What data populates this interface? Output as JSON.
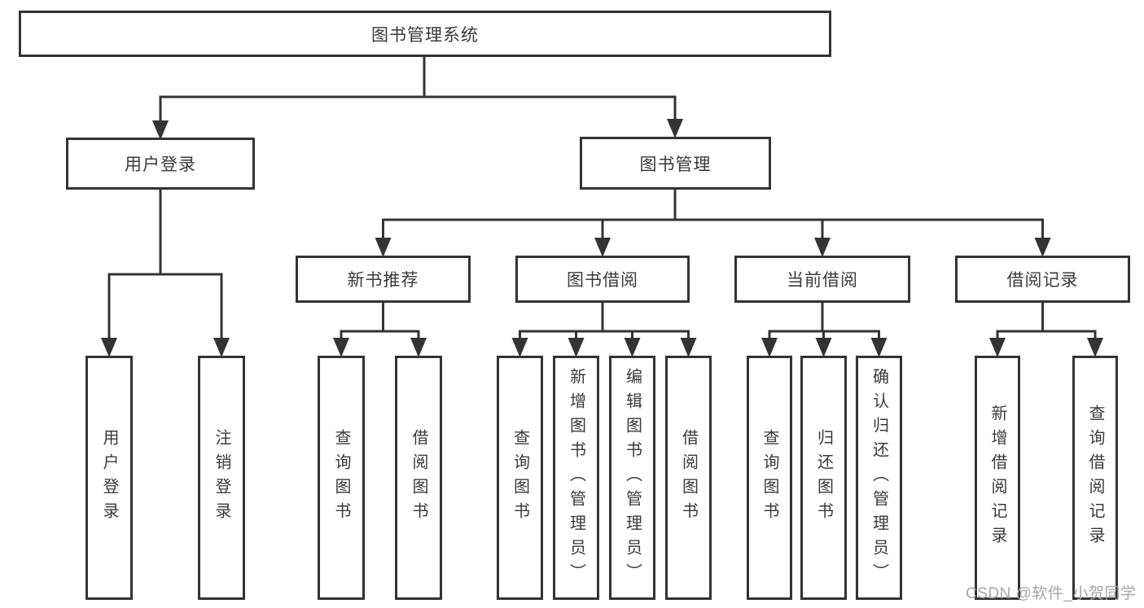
{
  "root": {
    "label": "图书管理系统"
  },
  "level2": {
    "user_login": {
      "label": "用户登录"
    },
    "book_management": {
      "label": "图书管理"
    }
  },
  "level3": {
    "new_book_recommend": {
      "label": "新书推荐"
    },
    "book_borrow": {
      "label": "图书借阅"
    },
    "current_borrow": {
      "label": "当前借阅"
    },
    "borrow_records": {
      "label": "借阅记录"
    }
  },
  "leaves": {
    "user_login": [
      {
        "label": "用户登录"
      },
      {
        "label": "注销登录"
      }
    ],
    "new_book_recommend": [
      {
        "label": "查询图书"
      },
      {
        "label": "借阅图书"
      }
    ],
    "book_borrow": [
      {
        "label": "查询图书"
      },
      {
        "label": "新增图书（管理员）"
      },
      {
        "label": "编辑图书（管理员）"
      },
      {
        "label": "借阅图书"
      }
    ],
    "current_borrow": [
      {
        "label": "查询图书"
      },
      {
        "label": "归还图书"
      },
      {
        "label": "确认归还（管理员）"
      }
    ],
    "borrow_records": [
      {
        "label": "新增借阅记录"
      },
      {
        "label": "查询借阅记录"
      }
    ]
  },
  "watermark": {
    "text": "CSDN @软件_小贺同学"
  },
  "colors": {
    "line": "#333333",
    "box_border": "#333333",
    "text": "#3a3a3a",
    "watermark": "#a6a6a6",
    "background": "#ffffff"
  }
}
